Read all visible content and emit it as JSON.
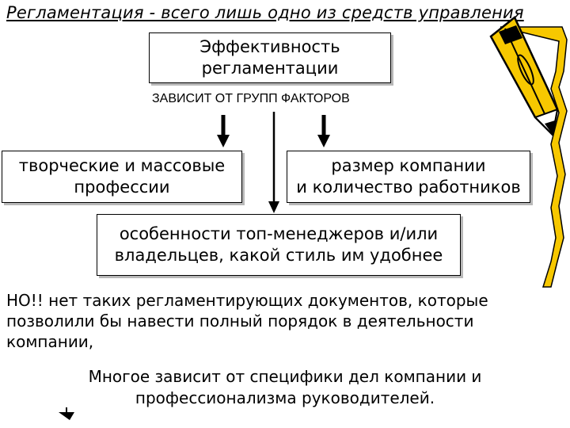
{
  "title": "Регламентация - всего лишь одно из средств управления",
  "effectiveness_box": {
    "line1": "Эффективность",
    "line2": "регламентации"
  },
  "factors_label": "ЗАВИСИТ ОТ ГРУПП ФАКТОРОВ",
  "factor_boxes": [
    {
      "line1": "творческие и массовые",
      "line2": "профессии"
    },
    {
      "line1": "размер компании",
      "line2": "и количество работников"
    },
    {
      "line1": "особенности топ-менеджеров и/или",
      "line2": "владельцев, какой стиль им удобнее"
    }
  ],
  "note": {
    "line1": "НО!! нет таких регламентирующих документов, которые",
    "line2": "позволили бы навести полный порядок в деятельности",
    "line3": "компании,"
  },
  "conclusion": {
    "line1": "Многое зависит от специфики дел компании и",
    "line2": "профессионализма руководителей."
  },
  "icons": {
    "pencil": "pencil-icon",
    "arrow": "arrow-down-icon"
  },
  "colors": {
    "pencil_body": "#f7c800",
    "pencil_outline": "#000000",
    "box_shadow": "#b8b8b8"
  }
}
